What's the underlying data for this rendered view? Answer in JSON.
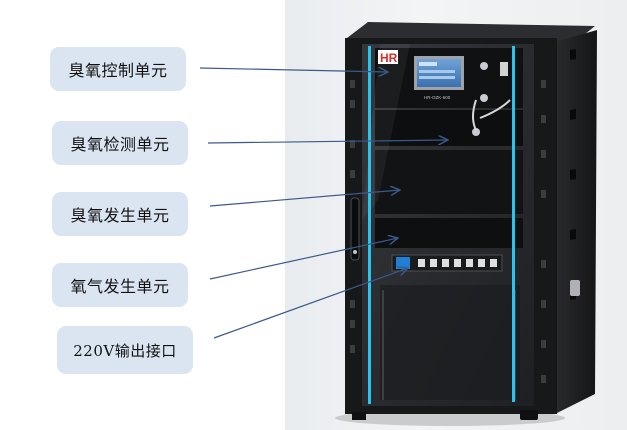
{
  "labels": [
    {
      "text": "臭氧控制单元"
    },
    {
      "text": "臭氧检测单元"
    },
    {
      "text": "臭氧发生单元"
    },
    {
      "text": "氧气发生单元"
    },
    {
      "text": "220V输出接口"
    }
  ],
  "device": {
    "brand_logo_text": "HR",
    "panel_text": "HR-OZK-600"
  },
  "colors": {
    "label_fill": "#dbe5f1",
    "arrow": "#3b5a8a",
    "cabinet": "#1c1d1f",
    "light_strip": "#27c6ee",
    "logo_red": "#d6231f"
  }
}
